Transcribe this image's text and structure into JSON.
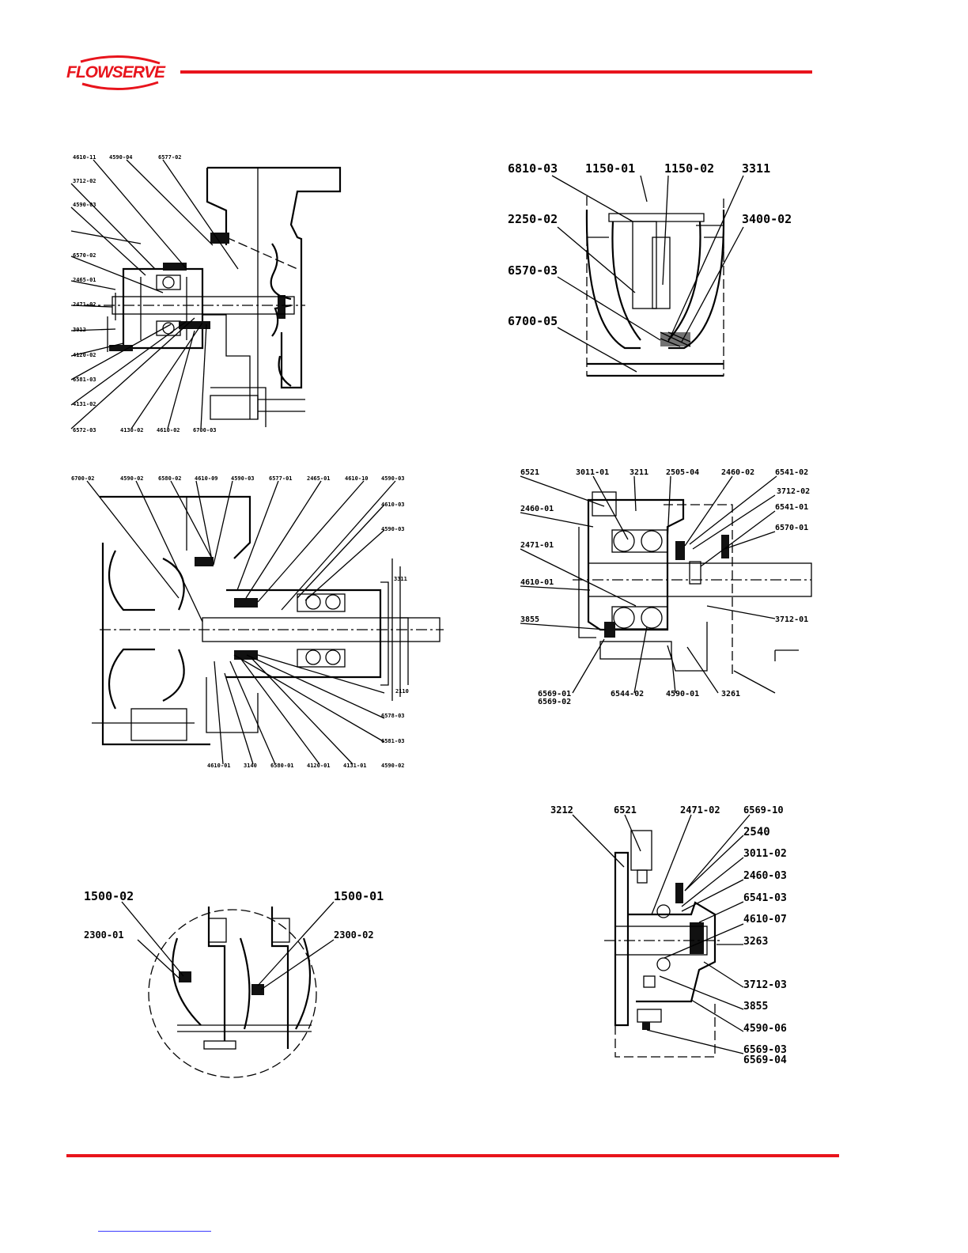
{
  "header": {
    "brand": "FLOWSERVE"
  },
  "figures": {
    "fig1": {
      "labels_top": [
        "4610-11",
        "4590-04",
        "6577-02"
      ],
      "labels_left": [
        "3712-02",
        "4590-03",
        "6570-02",
        "2465-01",
        "2471-02",
        "3012",
        "4120-02",
        "6581-03",
        "4131-02",
        "6572-03"
      ],
      "labels_bottom": [
        "4130-02",
        "4610-02",
        "6700-03"
      ]
    },
    "fig2": {
      "labels_top": [
        "6810-03",
        "1150-01",
        "1150-02",
        "3311"
      ],
      "labels_left": [
        "2250-02",
        "6570-03",
        "6700-05"
      ],
      "labels_right": [
        "3400-02"
      ]
    },
    "fig3": {
      "labels_top": [
        "6700-02",
        "4590-02",
        "6580-02",
        "4610-09",
        "4590-03",
        "6577-01",
        "2465-01",
        "4610-10",
        "4590-03"
      ],
      "labels_right": [
        "4610-03",
        "4590-03",
        "3311",
        "2110",
        "6578-03",
        "6581-03",
        "4590-02"
      ],
      "labels_bottom": [
        "4610-01",
        "3140",
        "6580-01",
        "4120-01",
        "4131-01"
      ]
    },
    "fig4": {
      "labels_top": [
        "6521",
        "3011-01",
        "3211",
        "2505-04",
        "2460-02",
        "6541-02"
      ],
      "labels_left": [
        "2460-01",
        "2471-01",
        "4610-01",
        "3855"
      ],
      "labels_right": [
        "3712-02",
        "6541-01",
        "6570-01",
        "3712-01"
      ],
      "labels_bottom": [
        "6569-01",
        "6569-02",
        "6544-02",
        "4590-01",
        "3261"
      ]
    },
    "fig5": {
      "labels": [
        "1500-02",
        "2300-01",
        "1500-01",
        "2300-02"
      ]
    },
    "fig6": {
      "labels_top": [
        "3212",
        "6521",
        "2471-02",
        "6569-10"
      ],
      "labels_right": [
        "2540",
        "3011-02",
        "2460-03",
        "6541-03",
        "4610-07",
        "3263",
        "3712-03",
        "3855",
        "4590-06",
        "6569-03",
        "6569-04"
      ]
    }
  },
  "colors": {
    "brand_red": "#e8141c",
    "link_blue": "#3a3aff"
  }
}
